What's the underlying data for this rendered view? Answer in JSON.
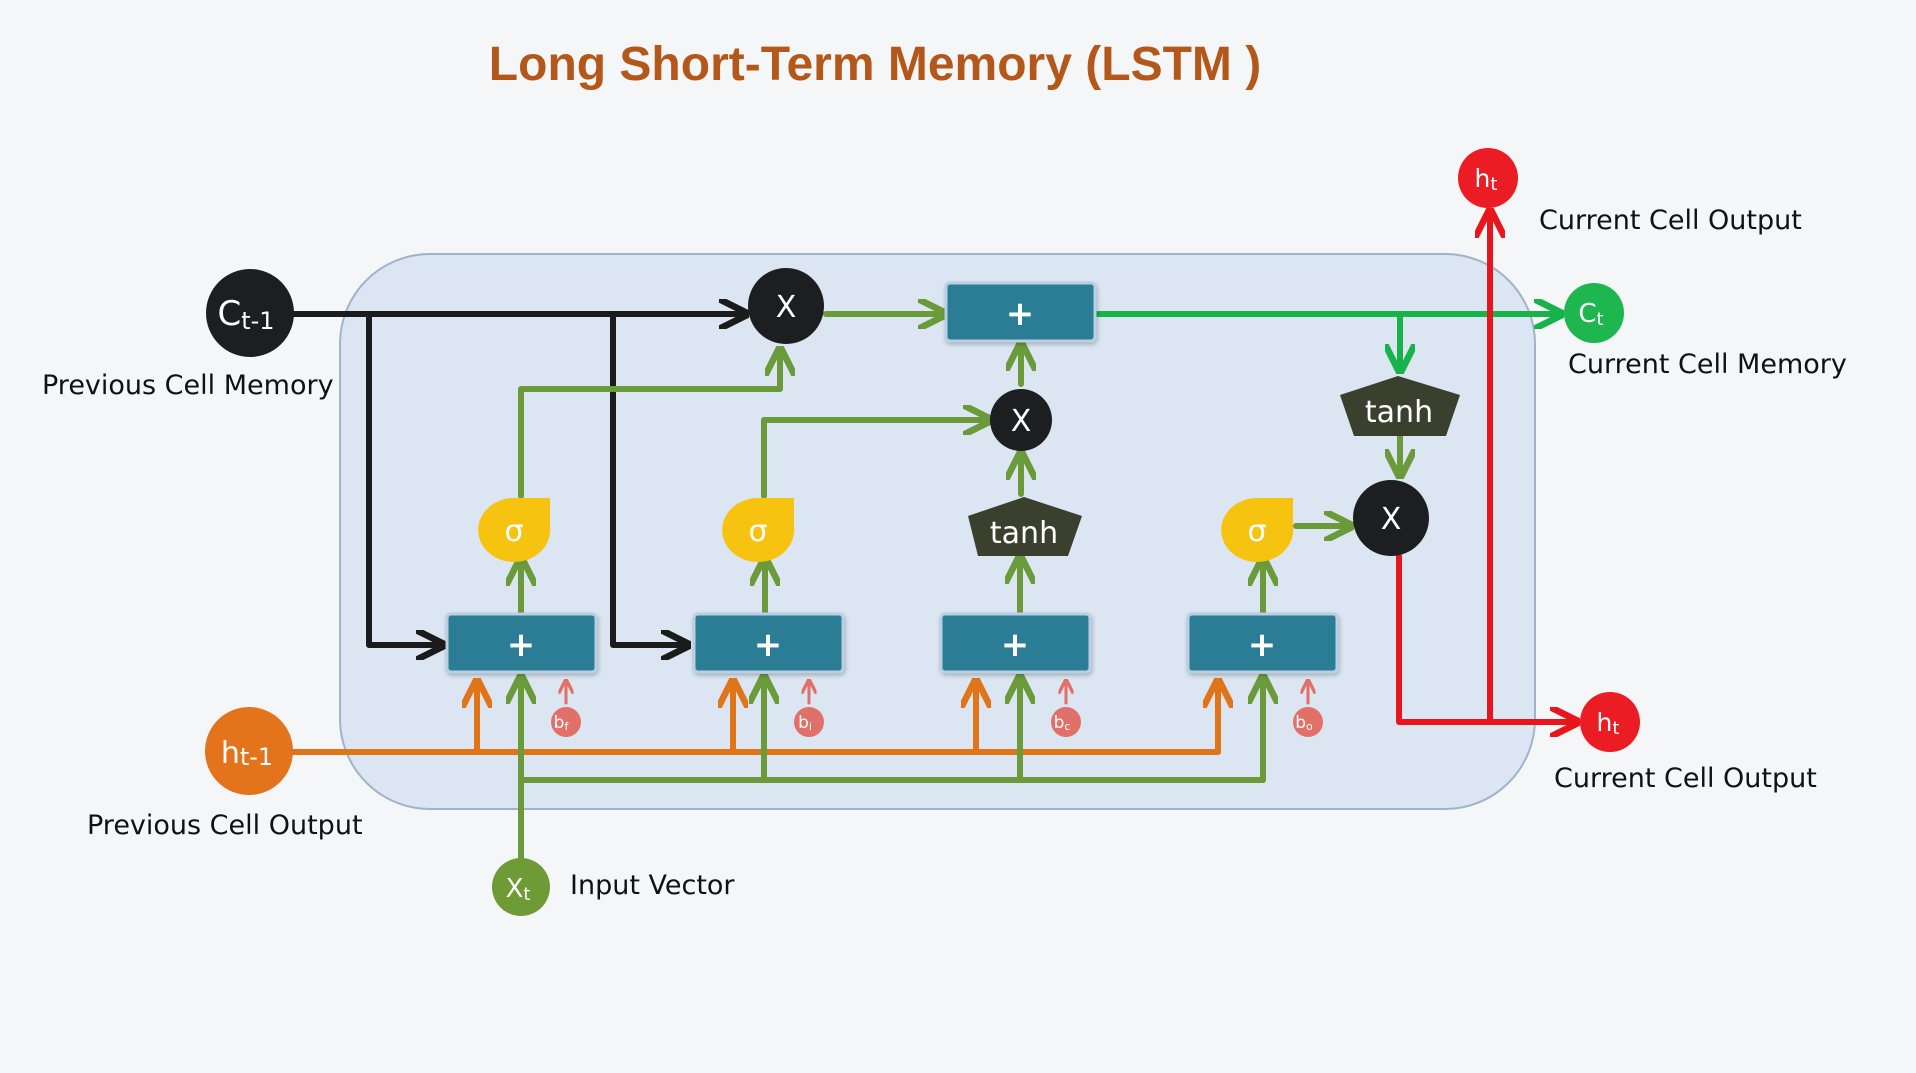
{
  "title": "Long Short-Term Memory (LSTM )",
  "nodes": {
    "c_prev": {
      "main": "C",
      "sub": "t-1",
      "label": "Previous Cell Memory"
    },
    "h_prev": {
      "main": "h",
      "sub": "t-1",
      "label": "Previous Cell Output"
    },
    "x_t": {
      "main": "X",
      "sub": "t",
      "label": "Input Vector"
    },
    "c_t": {
      "main": "C",
      "sub": "t",
      "label": "Current Cell Memory"
    },
    "h_t_top": {
      "main": "h",
      "sub": "t",
      "label": "Current Cell Output"
    },
    "h_t_right": {
      "main": "h",
      "sub": "t",
      "label": "Current Cell Output"
    }
  },
  "operators": {
    "plus": "+",
    "multiply": "X",
    "sigma": "σ",
    "tanh": "tanh"
  },
  "biases": [
    {
      "main": "b",
      "sub": "f"
    },
    {
      "main": "b",
      "sub": "i"
    },
    {
      "main": "b",
      "sub": "c"
    },
    {
      "main": "b",
      "sub": "o"
    }
  ],
  "colors": {
    "title": "#b3571a",
    "container": "#dbe6f2",
    "container_border": "#9fb4cb",
    "teal_box": "#2b7d95",
    "dark_node": "#1c1e20",
    "sigmoid": "#f6c311",
    "tanh_shape": "#3a3f2e",
    "olive_arrow": "#6b9a3a",
    "black_arrow": "#1b1b1b",
    "orange_arrow": "#e07418",
    "green_arrow": "#18b24a",
    "red_arrow": "#e8161c",
    "h_prev_node": "#e4741b",
    "x_node": "#6e9b36",
    "c_t_node": "#1db64f",
    "h_t_node": "#ec1c24",
    "bias_node": "#e07068"
  }
}
